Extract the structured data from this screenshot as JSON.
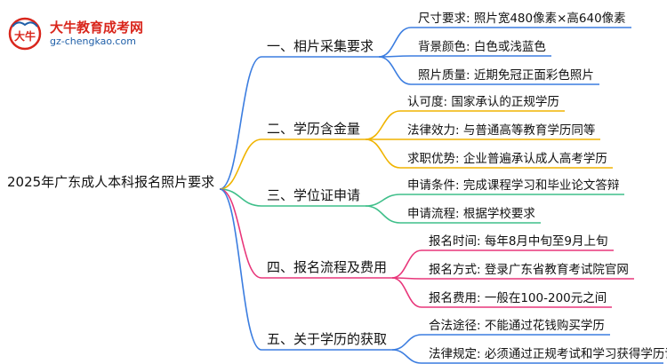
{
  "logo": {
    "title": "大牛教育成考网",
    "url": "gz-chengkao.com",
    "mark_text": "大牛"
  },
  "root": "2025年广东成人本科报名照片要求",
  "branches": [
    {
      "label": "一、相片采集要求",
      "color": "#3b7de0",
      "leaves": [
        "尺寸要求: 照片宽480像素×高640像素",
        "背景颜色: 白色或浅蓝色",
        "照片质量: 近期免冠正面彩色照片"
      ]
    },
    {
      "label": "二、学历含金量",
      "color": "#f0b400",
      "leaves": [
        "认可度: 国家承认的正规学历",
        "法律效力: 与普通高等教育学历同等",
        "求职优势: 企业普遍承认成人高考学历"
      ]
    },
    {
      "label": "三、学位证申请",
      "color": "#3fbf8a",
      "leaves": [
        "申请条件: 完成课程学习和毕业论文答辩",
        "申请流程: 根据学校要求"
      ]
    },
    {
      "label": "四、报名流程及费用",
      "color": "#e8367a",
      "leaves": [
        "报名时间: 每年8月中旬至9月上旬",
        "报名方式: 登录广东省教育考试院官网",
        "报名费用: 一般在100-200元之间"
      ]
    },
    {
      "label": "五、关于学历的获取",
      "color": "#3b7de0",
      "leaves": [
        "合法途径: 不能通过花钱购买学历",
        "法律规定: 必须通过正规考试和学习获得学历证书"
      ]
    }
  ]
}
